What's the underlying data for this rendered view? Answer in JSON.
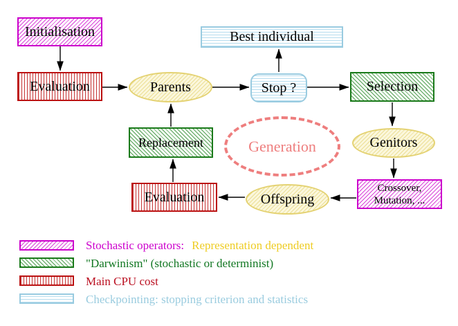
{
  "nodes": {
    "initialisation": "Initialisation",
    "evaluation_top": "Evaluation",
    "parents": "Parents",
    "best_individual": "Best individual",
    "stop": "Stop ?",
    "selection": "Selection",
    "genitors": "Genitors",
    "crossover_line1": "Crossover,",
    "crossover_line2": "Mutation, ...",
    "offspring": "Offspring",
    "evaluation_bottom": "Evaluation",
    "replacement": "Replacement",
    "generation": "Generation"
  },
  "edges": [
    {
      "from": "Initialisation",
      "to": "Evaluation"
    },
    {
      "from": "Evaluation",
      "to": "Parents"
    },
    {
      "from": "Parents",
      "to": "Stop ?"
    },
    {
      "from": "Stop ?",
      "to": "Best individual"
    },
    {
      "from": "Stop ?",
      "to": "Selection"
    },
    {
      "from": "Selection",
      "to": "Genitors"
    },
    {
      "from": "Genitors",
      "to": "Crossover, Mutation, ..."
    },
    {
      "from": "Crossover, Mutation, ...",
      "to": "Offspring"
    },
    {
      "from": "Offspring",
      "to": "Evaluation"
    },
    {
      "from": "Evaluation",
      "to": "Replacement"
    },
    {
      "from": "Replacement",
      "to": "Parents"
    }
  ],
  "legend": {
    "items": [
      {
        "swatch": "magenta-diagonal-hatch",
        "label": "Stochastic operators:",
        "label2": "Representation dependent",
        "label_color": "#cc00cc",
        "label2_color": "#eecc22"
      },
      {
        "swatch": "green-diagonal-hatch",
        "label": "\"Darwinism\" (stochastic or determinist)",
        "label_color": "#117722"
      },
      {
        "swatch": "red-vertical-stripes",
        "label": "Main CPU cost",
        "label_color": "#bb1122"
      },
      {
        "swatch": "cyan-horizontal-stripes",
        "label": "Checkpointing: stopping criterion and statistics",
        "label_color": "#9accdf"
      }
    ]
  },
  "colors": {
    "magenta": "#cc00cc",
    "red": "#bb1111",
    "green": "#1a7a1a",
    "gold": "#eecc22",
    "light_blue": "#99cbe0",
    "yellow_ellipse_border": "#e4d272",
    "yellow_ellipse_fill": "#fbf7dc",
    "salmon": "#ee7e7e",
    "arrow": "#000000"
  }
}
